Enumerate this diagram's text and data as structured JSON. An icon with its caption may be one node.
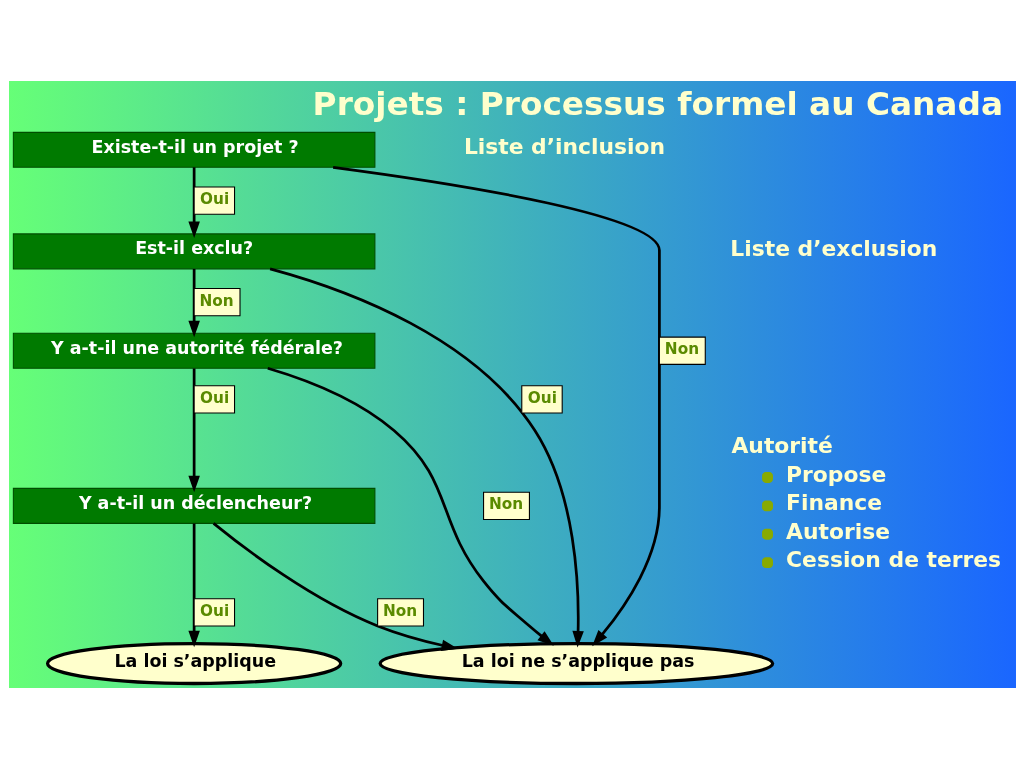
{
  "diagram": {
    "title": "Projets : Processus formel au Canada",
    "nodes": [
      {
        "text": [
          "Existe-t-il un projet ?"
        ]
      },
      {
        "text": [
          "Est-il exclu?"
        ]
      },
      {
        "text": [
          "Y a-t-il une autorité fédérale?"
        ]
      },
      {
        "text": [
          "Y a-t-il un déclencheur?"
        ]
      },
      {
        "text": [
          "La loi s’applique"
        ]
      },
      {
        "text": [
          "La loi ne s’applique pas"
        ]
      }
    ],
    "edges": [
      {
        "from": 0,
        "to": 1,
        "arrow": "to",
        "label": "Oui"
      },
      {
        "from": 1,
        "to": 2,
        "arrow": "to",
        "label": "Non"
      },
      {
        "from": 2,
        "to": 3,
        "arrow": "to",
        "label": "Oui"
      },
      {
        "from": 3,
        "to": 4,
        "arrow": "to",
        "label": "Oui"
      },
      {
        "from": 0,
        "to": 5,
        "arrow": "to",
        "label": "Non"
      },
      {
        "from": 1,
        "to": 5,
        "arrow": "to",
        "label": "Oui"
      },
      {
        "from": 2,
        "to": 5,
        "arrow": "to",
        "label": "Non"
      },
      {
        "from": 3,
        "to": 5,
        "arrow": "to",
        "label": "Non"
      }
    ],
    "labels": [
      "Liste d’inclusion",
      "Liste d’exclusion",
      "Autorité",
      "Propose",
      "Finance",
      "Autorise",
      "Cession de terres"
    ]
  }
}
